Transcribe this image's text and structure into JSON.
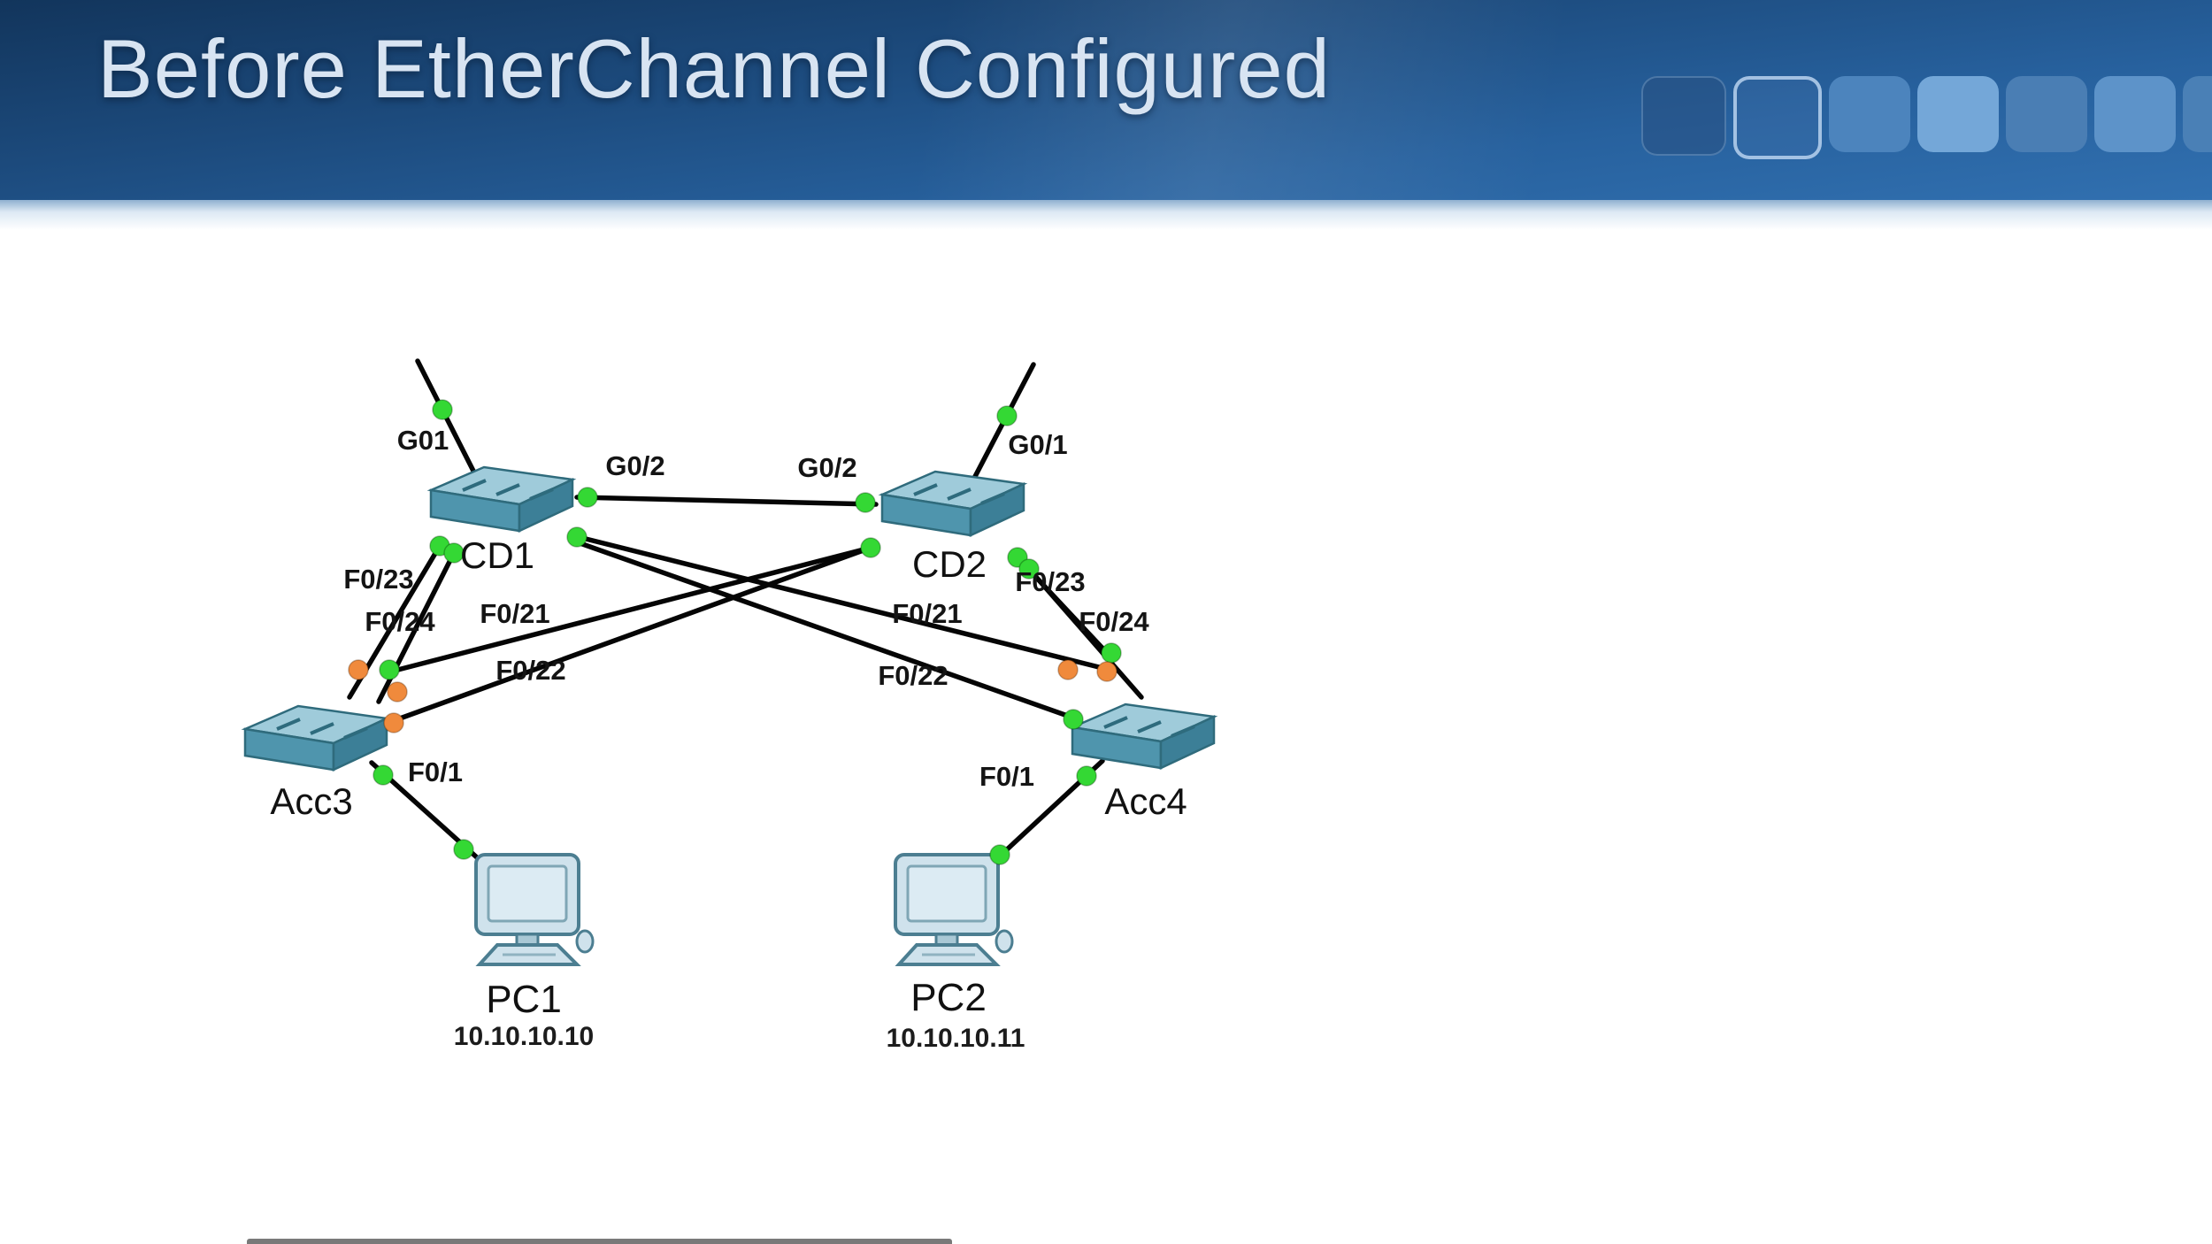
{
  "slide": {
    "title": "Before EtherChannel Configured"
  },
  "theme": {
    "header_dark": "#12355c",
    "header_light": "#3170b0",
    "title_color": "#d8e4f2",
    "link_color": "#050505",
    "port_up_color": "#34d834",
    "port_blocked_color": "#f08a3c",
    "switch_top": "#9fcbda",
    "switch_front": "#4f95ad",
    "pc_body": "#cfe2ec"
  },
  "icons": {
    "switch": "isometric-switch-box",
    "pc": "desktop-computer",
    "port_up": "green-status-dot",
    "port_blocked": "orange-status-dot"
  },
  "diagram": {
    "devices": {
      "cd1": {
        "name": "CD1"
      },
      "cd2": {
        "name": "CD2"
      },
      "acc3": {
        "name": "Acc3"
      },
      "acc4": {
        "name": "Acc4"
      },
      "pc1": {
        "name": "PC1",
        "ip": "10.10.10.10"
      },
      "pc2": {
        "name": "PC2",
        "ip": "10.10.10.11"
      }
    },
    "port_labels": [
      "G01",
      "G0/2",
      "G0/2",
      "G0/1",
      "F0/23",
      "F0/24",
      "F0/21",
      "F0/22",
      "F0/21",
      "F0/22",
      "F0/23",
      "F0/24",
      "F0/1",
      "F0/1"
    ]
  }
}
